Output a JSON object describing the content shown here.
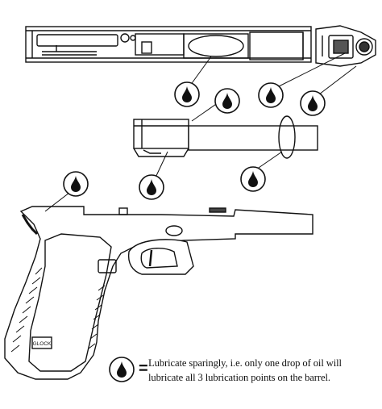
{
  "diagram": {
    "parts": [
      "slide",
      "barrel",
      "frame"
    ],
    "marker_icon": "oil-drop-icon",
    "frame_logo_text": "GLOCK"
  },
  "legend": {
    "symbol": "=",
    "line1": "Lubricate sparingly, i.e. only one drop of oil will",
    "line2": "lubricate all 3 lubrication points on the barrel."
  }
}
